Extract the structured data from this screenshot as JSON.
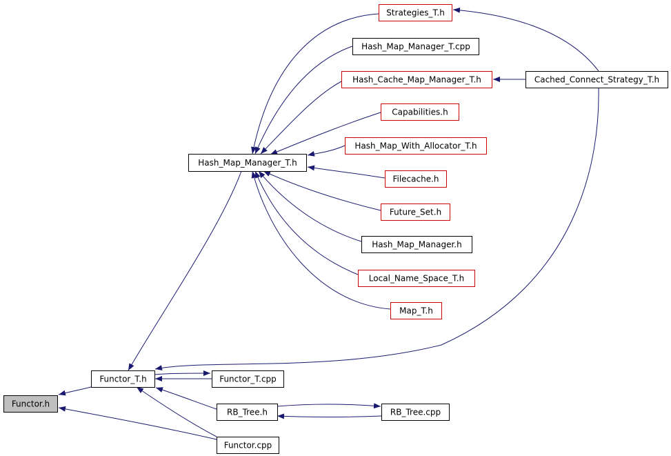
{
  "diagram": {
    "colors": {
      "edge": "#191970",
      "link_border": "#000000",
      "undocumented_border": "#cc0000",
      "focus_fill": "#bfbfbf",
      "fill": "#ffffff"
    },
    "nodes": [
      {
        "id": "functor_h",
        "label": "Functor.h",
        "style": "focus"
      },
      {
        "id": "functor_t_h",
        "label": "Functor_T.h",
        "style": "link"
      },
      {
        "id": "functor_cpp",
        "label": "Functor.cpp",
        "style": "link"
      },
      {
        "id": "functor_t_cpp",
        "label": "Functor_T.cpp",
        "style": "link"
      },
      {
        "id": "rb_tree_h",
        "label": "RB_Tree.h",
        "style": "link"
      },
      {
        "id": "rb_tree_cpp",
        "label": "RB_Tree.cpp",
        "style": "link"
      },
      {
        "id": "hash_map_manager_t_h",
        "label": "Hash_Map_Manager_T.h",
        "style": "link"
      },
      {
        "id": "strategies_t_h",
        "label": "Strategies_T.h",
        "style": "undocumented"
      },
      {
        "id": "hash_map_manager_t_cpp",
        "label": "Hash_Map_Manager_T.cpp",
        "style": "link"
      },
      {
        "id": "hash_cache_map_manager_t_h",
        "label": "Hash_Cache_Map_Manager_T.h",
        "style": "undocumented"
      },
      {
        "id": "cached_connect_strategy_t_h",
        "label": "Cached_Connect_Strategy_T.h",
        "style": "link"
      },
      {
        "id": "capabilities_h",
        "label": "Capabilities.h",
        "style": "undocumented"
      },
      {
        "id": "hash_map_with_allocator_t_h",
        "label": "Hash_Map_With_Allocator_T.h",
        "style": "undocumented"
      },
      {
        "id": "filecache_h",
        "label": "Filecache.h",
        "style": "undocumented"
      },
      {
        "id": "future_set_h",
        "label": "Future_Set.h",
        "style": "undocumented"
      },
      {
        "id": "hash_map_manager_h",
        "label": "Hash_Map_Manager.h",
        "style": "link"
      },
      {
        "id": "local_name_space_t_h",
        "label": "Local_Name_Space_T.h",
        "style": "undocumented"
      },
      {
        "id": "map_t_h",
        "label": "Map_T.h",
        "style": "undocumented"
      }
    ],
    "edges": [
      {
        "from": "functor_t_h",
        "to": "functor_h"
      },
      {
        "from": "functor_cpp",
        "to": "functor_h"
      },
      {
        "from": "functor_t_cpp",
        "to": "functor_t_h"
      },
      {
        "from": "functor_t_h",
        "to": "functor_t_cpp"
      },
      {
        "from": "rb_tree_h",
        "to": "functor_t_h"
      },
      {
        "from": "functor_cpp",
        "to": "functor_t_h"
      },
      {
        "from": "rb_tree_h",
        "to": "rb_tree_cpp"
      },
      {
        "from": "rb_tree_cpp",
        "to": "rb_tree_h"
      },
      {
        "from": "hash_map_manager_t_h",
        "to": "functor_t_h"
      },
      {
        "from": "cached_connect_strategy_t_h",
        "to": "functor_t_h"
      },
      {
        "from": "strategies_t_h",
        "to": "hash_map_manager_t_h"
      },
      {
        "from": "hash_map_manager_t_cpp",
        "to": "hash_map_manager_t_h"
      },
      {
        "from": "hash_cache_map_manager_t_h",
        "to": "hash_map_manager_t_h"
      },
      {
        "from": "capabilities_h",
        "to": "hash_map_manager_t_h"
      },
      {
        "from": "hash_map_with_allocator_t_h",
        "to": "hash_map_manager_t_h"
      },
      {
        "from": "filecache_h",
        "to": "hash_map_manager_t_h"
      },
      {
        "from": "future_set_h",
        "to": "hash_map_manager_t_h"
      },
      {
        "from": "hash_map_manager_h",
        "to": "hash_map_manager_t_h"
      },
      {
        "from": "local_name_space_t_h",
        "to": "hash_map_manager_t_h"
      },
      {
        "from": "map_t_h",
        "to": "hash_map_manager_t_h"
      },
      {
        "from": "cached_connect_strategy_t_h",
        "to": "strategies_t_h"
      },
      {
        "from": "cached_connect_strategy_t_h",
        "to": "hash_cache_map_manager_t_h"
      }
    ]
  }
}
